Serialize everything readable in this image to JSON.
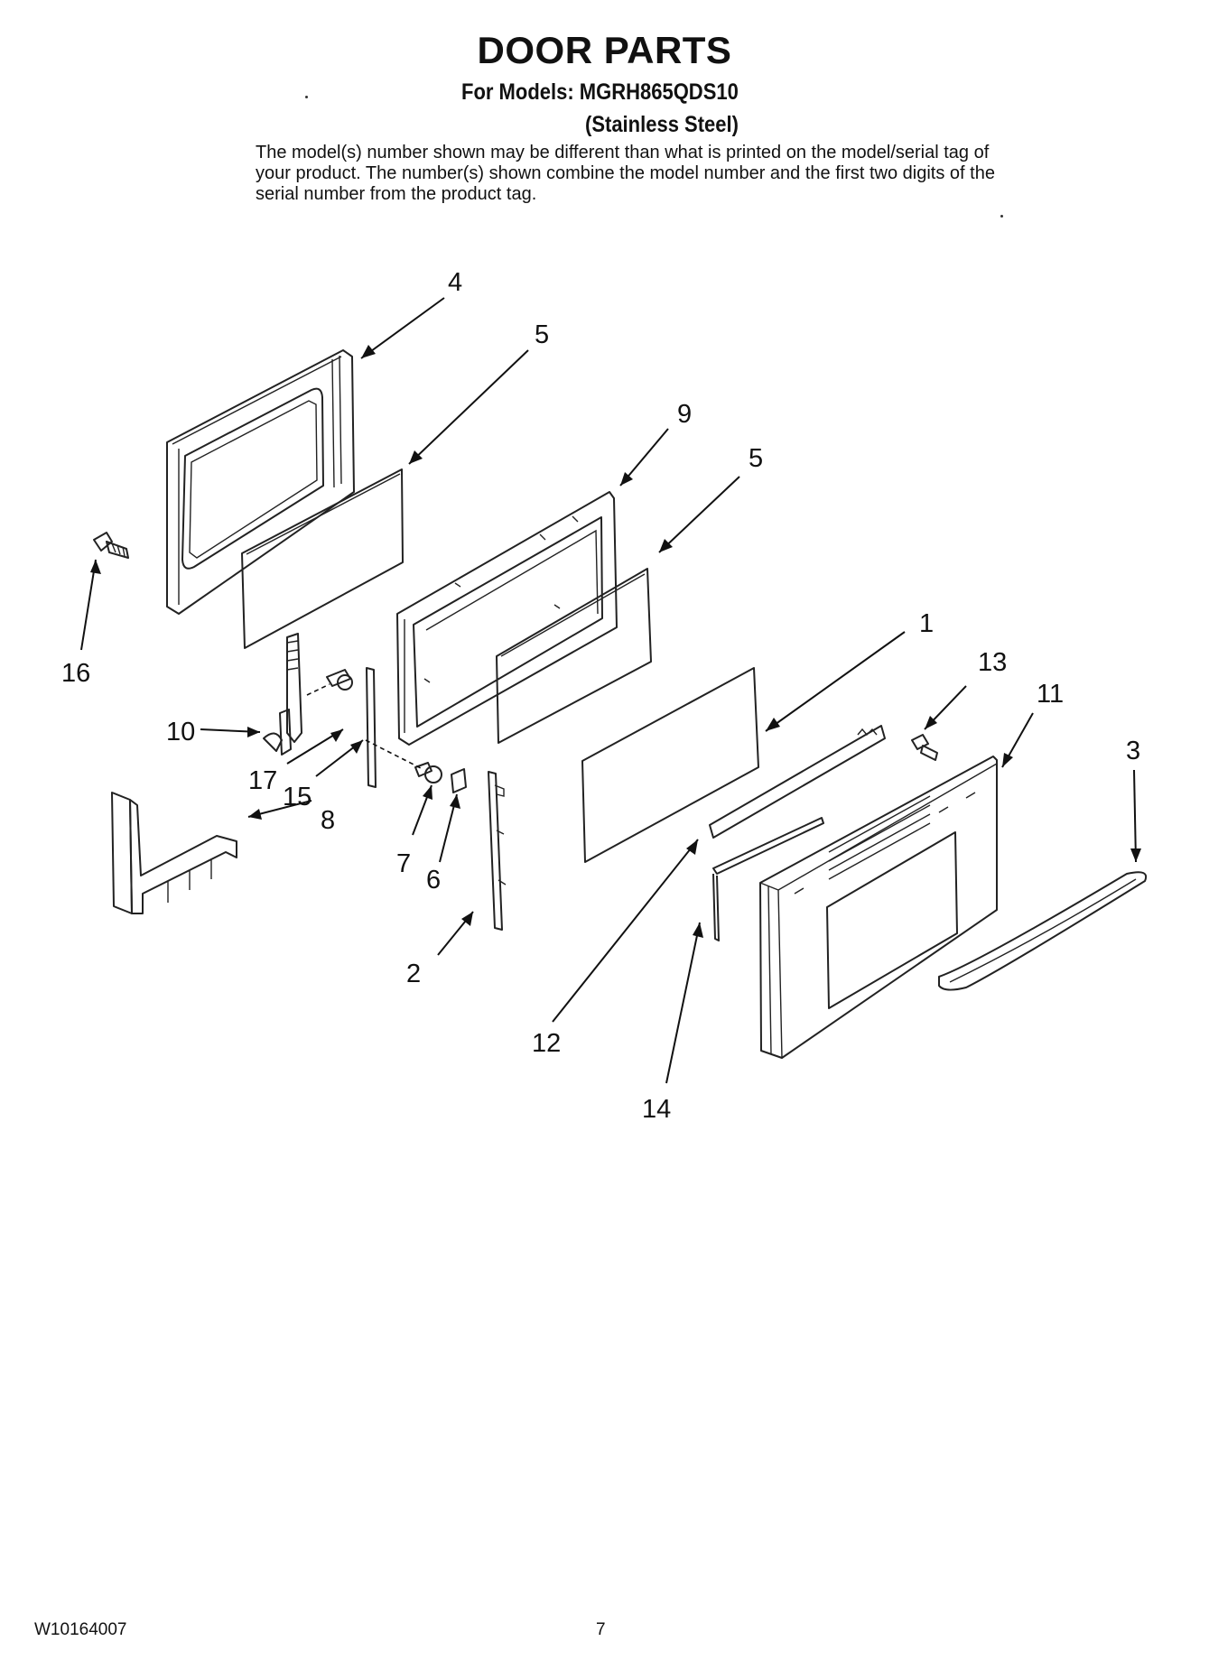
{
  "title": "DOOR PARTS",
  "models_line": "For Models: MGRH865QDS10",
  "finish_line": "(Stainless Steel)",
  "disclaimer": "The model(s) number shown may be different than what is printed on the model/serial tag of your product. The number(s) shown combine the model number and the first two digits of the serial number from the product tag.",
  "footer": {
    "document_number": "W10164007",
    "page_number": "7"
  },
  "callouts": {
    "c1": "1",
    "c2": "2",
    "c3": "3",
    "c4": "4",
    "c5a": "5",
    "c5b": "5",
    "c6": "6",
    "c7": "7",
    "c8": "8",
    "c9": "9",
    "c10": "10",
    "c11": "11",
    "c12": "12",
    "c13": "13",
    "c14": "14",
    "c15": "15",
    "c16": "16",
    "c17": "17"
  }
}
